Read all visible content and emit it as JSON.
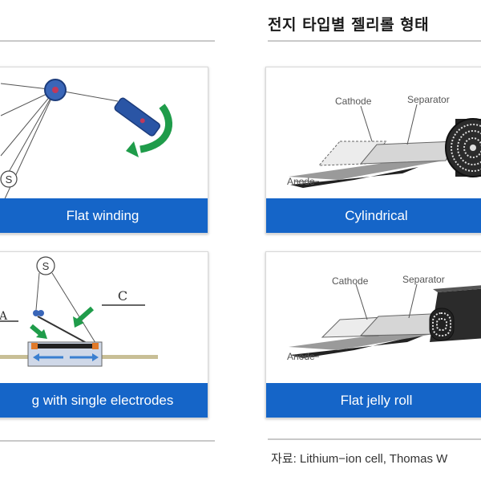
{
  "title": "전지 타입별 젤리롤 형태",
  "panels": {
    "flat_winding": {
      "caption": "Flat winding",
      "marker": "S"
    },
    "stacking": {
      "caption": "g with single electrodes",
      "marker_s": "S",
      "marker_c": "C"
    },
    "cylindrical": {
      "caption": "Cylindrical",
      "cathode": "Cathode",
      "separator": "Separator",
      "anode": "Anode"
    },
    "flat_jelly_roll": {
      "caption": "Flat jelly roll",
      "cathode": "Cathode",
      "separator": "Separator",
      "anode": "Anode"
    }
  },
  "source": "자료: Lithium−ion cell, Thomas W",
  "colors": {
    "caption_bg": "#1565c8",
    "arrow": "#1f9c4a",
    "rod": "#2a55a5",
    "film": "#d8d8d8",
    "dark": "#222222"
  }
}
